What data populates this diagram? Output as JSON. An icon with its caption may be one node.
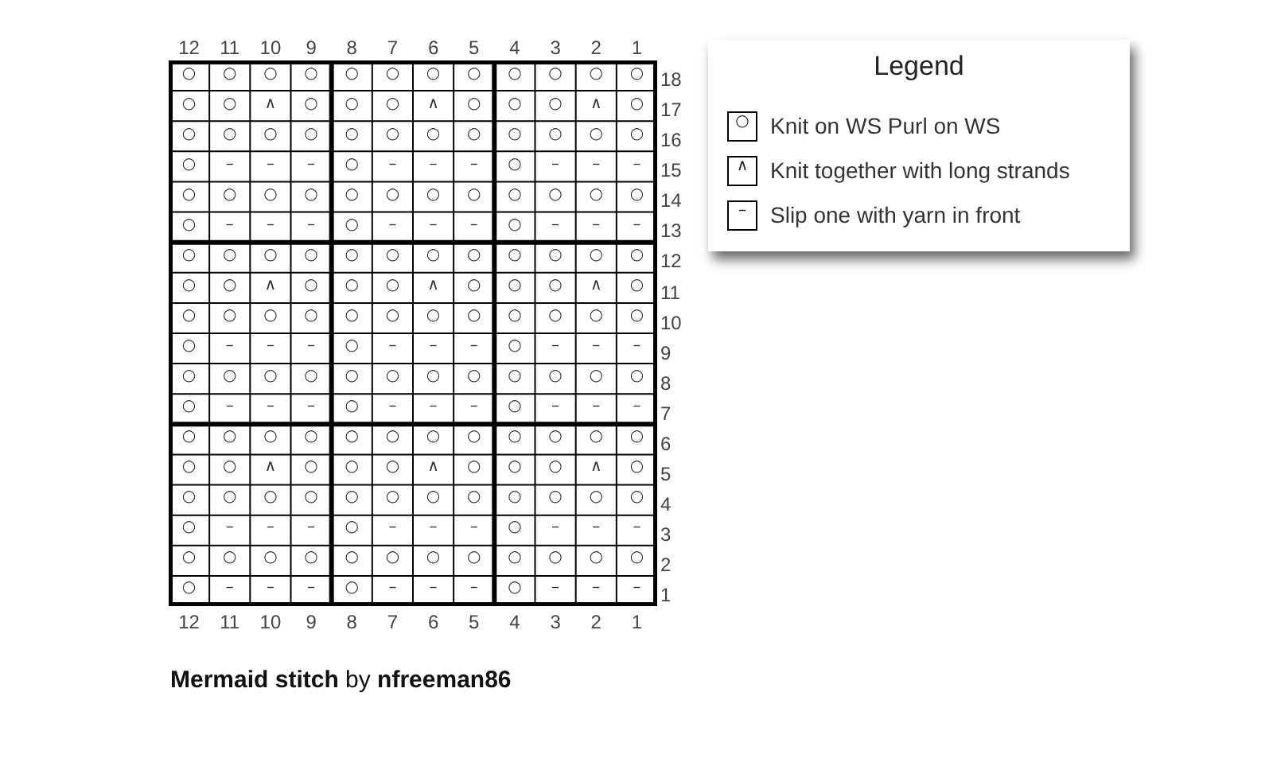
{
  "diagram": {
    "title": "**Mermaid stitch** by **nfreeman86**",
    "labels": [
      "12",
      "11",
      "10",
      "9",
      "8",
      "7",
      "6",
      "5",
      "4",
      "3",
      "2",
      "1",
      "○",
      "○",
      "○",
      "○",
      "○",
      "○",
      "○",
      "○",
      "○",
      "○",
      "○",
      "○",
      "18",
      "○",
      "○",
      "∧",
      "○",
      "○",
      "○",
      "∧",
      "○",
      "○",
      "○",
      "∧",
      "○",
      "17",
      "○",
      "○",
      "○",
      "○",
      "○",
      "○",
      "○",
      "○",
      "○",
      "○",
      "○",
      "○",
      "16",
      "○",
      "–",
      "–",
      "–",
      "○",
      "–",
      "–",
      "–",
      "○",
      "–",
      "–",
      "–",
      "15",
      "○",
      "○",
      "○",
      "○",
      "○",
      "○",
      "○",
      "○",
      "○",
      "○",
      "○",
      "○",
      "14",
      "○",
      "–",
      "–",
      "–",
      "○",
      "–",
      "–",
      "–",
      "○",
      "–",
      "–",
      "–",
      "13",
      "○",
      "○",
      "○",
      "○",
      "○",
      "○",
      "○",
      "○",
      "○",
      "○",
      "○",
      "○",
      "12",
      "○",
      "○",
      "∧",
      "○",
      "○",
      "○",
      "∧",
      "○",
      "○",
      "○",
      "∧",
      "○",
      "11",
      "○",
      "○",
      "○",
      "○",
      "○",
      "○",
      "○",
      "○",
      "○",
      "○",
      "○",
      "○",
      "10",
      "○",
      "–",
      "–",
      "–",
      "○",
      "–",
      "–",
      "–",
      "○",
      "–",
      "–",
      "–",
      "9",
      "○",
      "○",
      "○",
      "○",
      "○",
      "○",
      "○",
      "○",
      "○",
      "○",
      "○",
      "○",
      "8",
      "○",
      "–",
      "–",
      "–",
      "○",
      "–",
      "–",
      "–",
      "○",
      "–",
      "–",
      "–",
      "7",
      "○",
      "○",
      "○",
      "○",
      "○",
      "○",
      "○",
      "○",
      "○",
      "○",
      "○",
      "○",
      "6",
      "○",
      "○",
      "∧",
      "○",
      "○",
      "○",
      "∧",
      "○",
      "○",
      "○",
      "∧",
      "○",
      "5",
      "○",
      "○",
      "○",
      "○",
      "○",
      "○",
      "○",
      "○",
      "○",
      "○",
      "○",
      "○",
      "4",
      "○",
      "–",
      "–",
      "–",
      "○",
      "–",
      "–",
      "–",
      "○",
      "–",
      "–",
      "–",
      "3",
      "○",
      "○",
      "○",
      "○",
      "○",
      "○",
      "○",
      "○",
      "○",
      "○",
      "○",
      "○",
      "2",
      "○",
      "–",
      "–",
      "–",
      "○",
      "–",
      "–",
      "–",
      "○",
      "–",
      "–",
      "–",
      "1",
      "12",
      "11",
      "10",
      "9",
      "8",
      "7",
      "6",
      "5",
      "4",
      "3",
      "2",
      "1",
      "Legend",
      "○",
      "∧",
      "–"
    ],
    "legend": [
      {
        "text": "Knit on WS Purl on WS"
      },
      {
        "text": "Knit together with long strands"
      },
      {
        "text": "Slip one with yarn in front"
      }
    ]
  }
}
